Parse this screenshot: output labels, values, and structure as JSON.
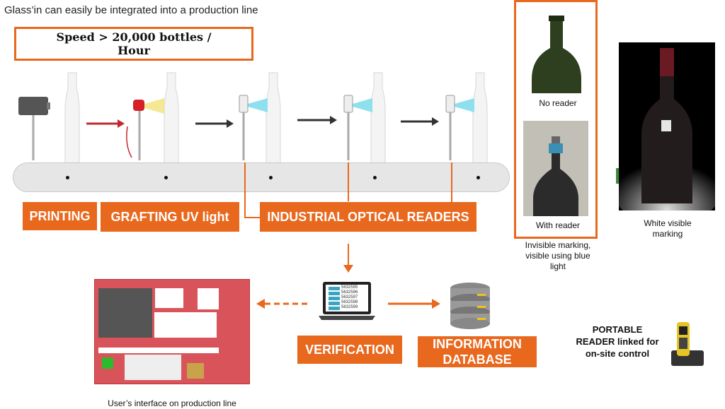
{
  "title": "Glass’in can easily be integrated into a production line",
  "speed": {
    "line1": "Speed > 20,000 bottles /",
    "line2": "Hour"
  },
  "stages": {
    "printing": "PRINTING",
    "grafting": "GRAFTING UV light",
    "readers": "INDUSTRIAL OPTICAL READERS",
    "verification": "VERIFICATION",
    "database_line1": "INFORMATION",
    "database_line2": "DATABASE"
  },
  "photos": {
    "no_reader": "No reader",
    "with_reader": "With reader",
    "caption_line1": "Invisible marking,",
    "caption_line2": "visible using blue",
    "caption_line3": "light",
    "white_line1": "White visible",
    "white_line2": "marking"
  },
  "portable": {
    "line1": "PORTABLE",
    "line2": "READER linked for",
    "line3": "on-site control"
  },
  "laptop_codes": [
    "5632595",
    "5632596",
    "5632597",
    "5632598",
    "5632599"
  ],
  "ui_caption": "User’s interface on production line",
  "colors": {
    "accent": "#e8681e",
    "conveyor": "#e6e6e6",
    "uv_arrow": "#c0282d"
  }
}
